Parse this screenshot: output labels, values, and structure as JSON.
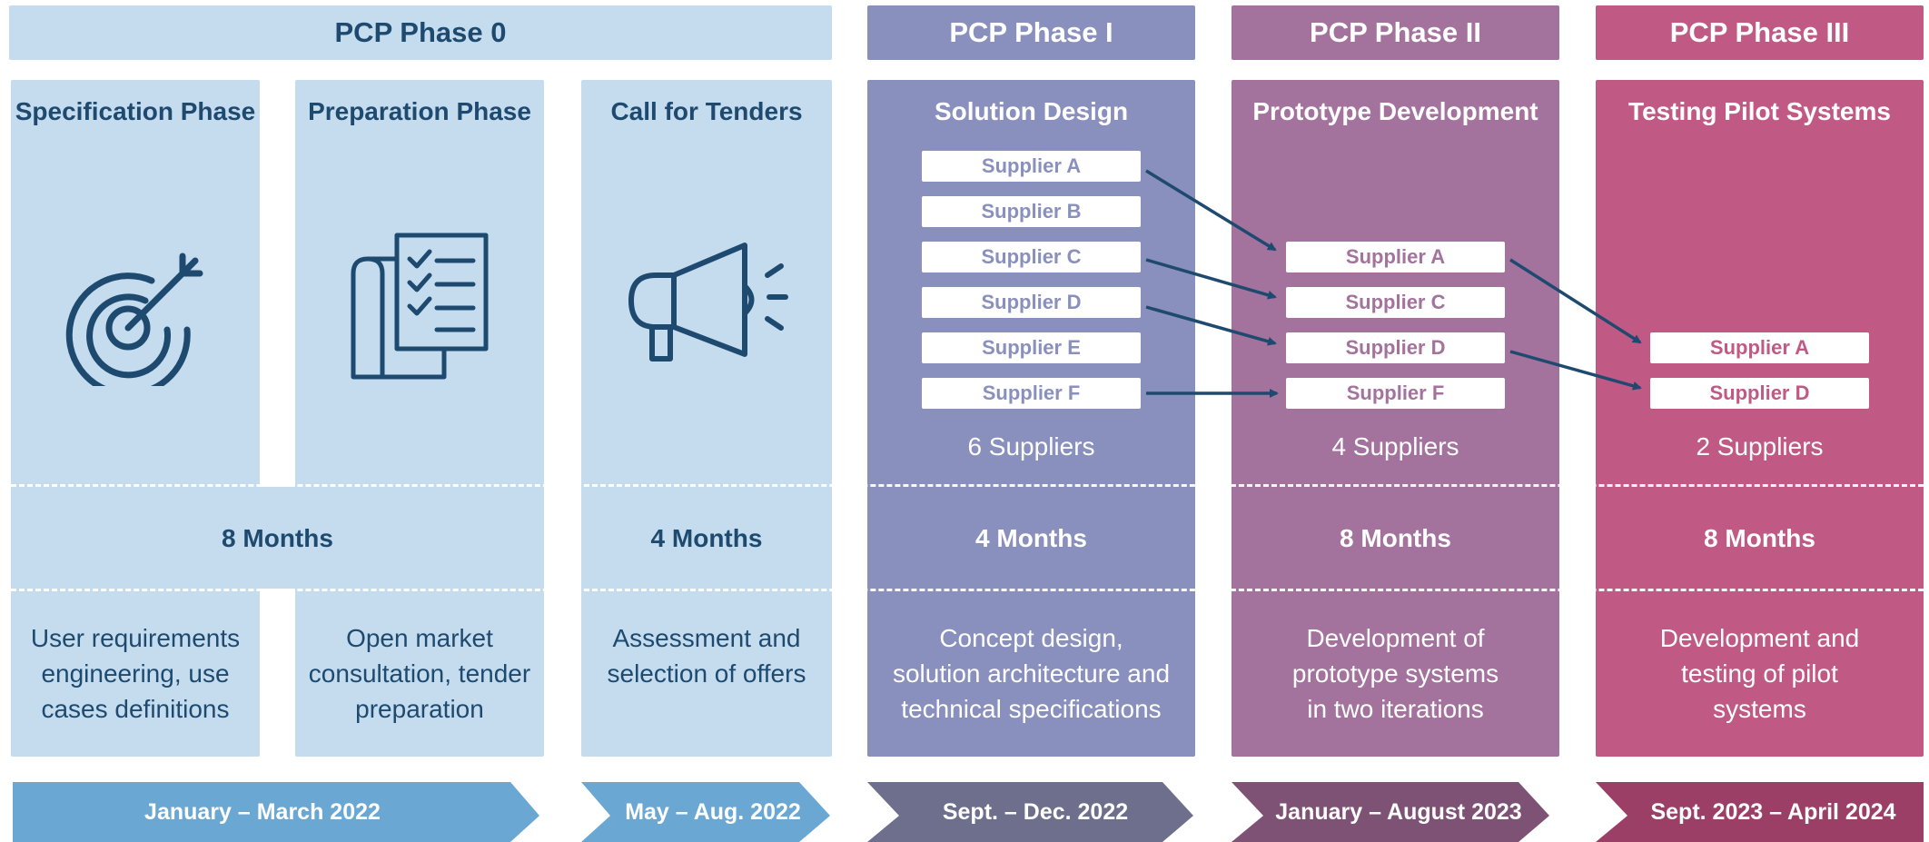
{
  "phases": [
    {
      "title": "PCP Phase 0"
    },
    {
      "title": "PCP Phase I"
    },
    {
      "title": "PCP Phase II"
    },
    {
      "title": "PCP Phase III"
    }
  ],
  "columns": [
    {
      "title": "Specification Phase",
      "icon": "target-icon",
      "description": "User requirements\nengineering, use\ncases definitions"
    },
    {
      "title": "Preparation Phase",
      "icon": "checklist-icon",
      "description": "Open market\nconsultation, tender\npreparation"
    },
    {
      "title": "Call for Tenders",
      "icon": "megaphone-icon",
      "description": "Assessment and\nselection of offers"
    },
    {
      "title": "Solution Design",
      "description": "Concept design,\nsolution architecture and\ntechnical specifications",
      "count": "6 Suppliers",
      "suppliers": [
        "Supplier A",
        "Supplier B",
        "Supplier C",
        "Supplier D",
        "Supplier E",
        "Supplier F"
      ]
    },
    {
      "title": "Prototype Development",
      "description": "Development of\nprototype systems\nin two iterations",
      "count": "4 Suppliers",
      "suppliers": [
        "Supplier A",
        "Supplier C",
        "Supplier D",
        "Supplier F"
      ]
    },
    {
      "title": "Testing Pilot Systems",
      "description": "Development and\ntesting of pilot\nsystems",
      "count": "2 Suppliers",
      "suppliers": [
        "Supplier A",
        "Supplier D"
      ]
    }
  ],
  "durations": [
    "8 Months",
    "4 Months",
    "4 Months",
    "8 Months",
    "8 Months"
  ],
  "timeline": [
    "January – March 2022",
    "May – Aug. 2022",
    "Sept. – Dec. 2022",
    "January – August 2023",
    "Sept. 2023 – April 2024"
  ],
  "colors": {
    "phase0_light": "#c4dcee",
    "phase0_text": "#1f4a70",
    "phase1": "#8a90bd",
    "phase2": "#a3739d",
    "phase3": "#c05a85",
    "arrow": "#1f4a70",
    "timeline0": "#6aa8d3",
    "timeline1": "#6d6f8d",
    "timeline2": "#7e5274",
    "timeline3": "#9b3f66"
  }
}
